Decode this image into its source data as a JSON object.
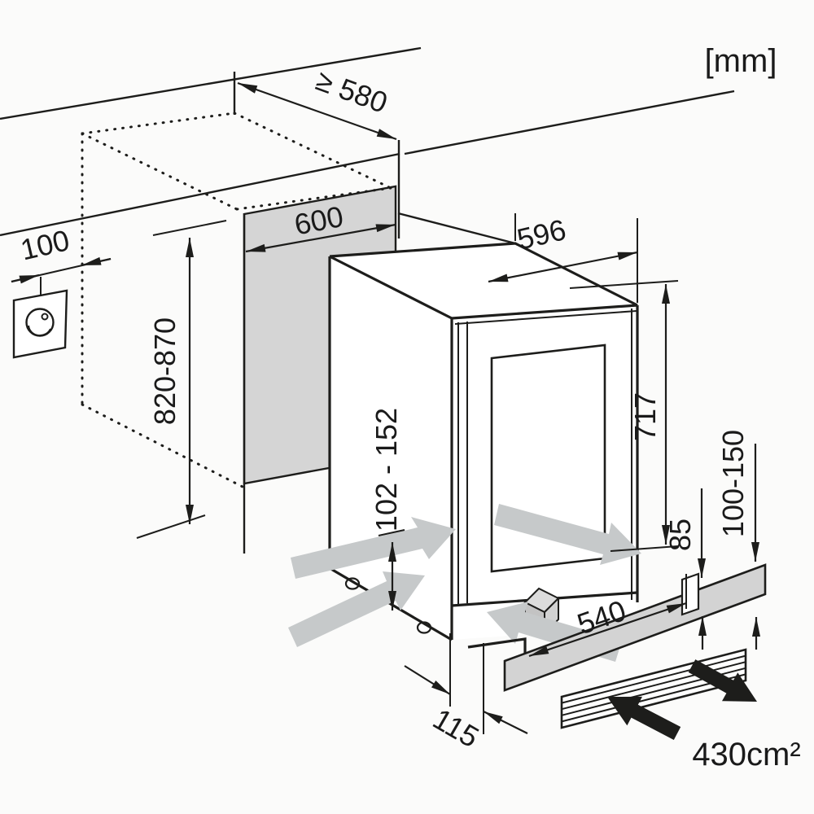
{
  "labels": {
    "unit": "[mm]",
    "niche_depth": "≥ 580",
    "niche_width": "600",
    "socket_offset": "100",
    "niche_height": "820-870",
    "appliance_width": "596",
    "door_height": "717",
    "base_height_range": "102 - 152",
    "vent_gap": "85",
    "plinth_height": "100-150",
    "vent_cutout_width": "540",
    "plinth_recess": "115",
    "min_vent_area": "430cm²"
  },
  "colors": {
    "line": "#1d1d1b",
    "niche_panel_shade": "#d5d5d5",
    "plinth_shade": "#d3d3d3",
    "airflow_arrow": "#c6c9ca",
    "background": "#fbfbfa"
  },
  "icons": {
    "power_socket": "socket-icon",
    "vent_grille": "vent-grille-icon",
    "airflow_in": "airflow-in-arrow-icon",
    "airflow_out": "airflow-out-arrow-icon",
    "dimension_arrow": "dimension-arrowhead-icon"
  }
}
